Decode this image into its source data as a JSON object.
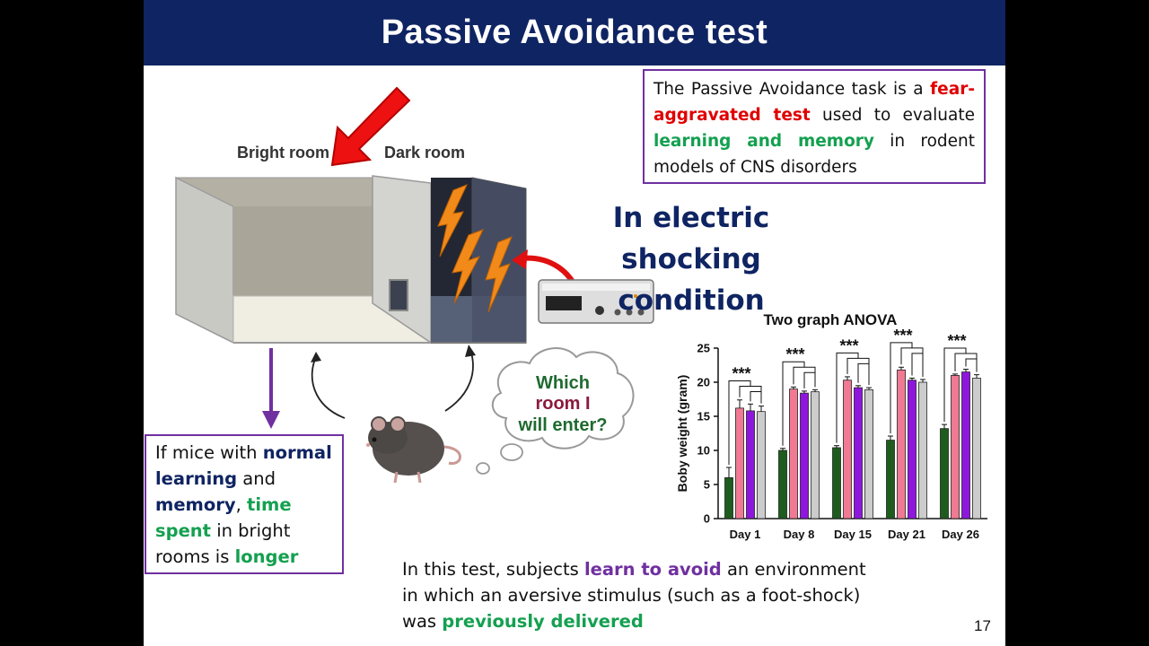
{
  "slide": {
    "title": "Passive Avoidance test",
    "page_number": "17"
  },
  "definition": {
    "t1": "The Passive Avoidance task is a ",
    "t2": "fear-aggravated test",
    "t3": " used to evaluate ",
    "t4": "learning and memory",
    "t5": " in rodent models of CNS disorders"
  },
  "diagram": {
    "bright_room_label": "Bright room",
    "dark_room_label": "Dark room",
    "thought_line1": "Which",
    "thought_line2": "room I",
    "thought_line3": "will enter?"
  },
  "shock": {
    "line1": "In electric shocking",
    "line2": "condition"
  },
  "left_note": {
    "t1": "If mice with ",
    "t2": "normal learning",
    "t3": " and ",
    "t4": "memory",
    "t5": ", ",
    "t6": "time spent",
    "t7": " in bright rooms is ",
    "t8": "longer"
  },
  "bottom_note": {
    "t1": "In this test, subjects ",
    "t2": "learn to avoid",
    "t3": " an environment in which an aversive stimulus (such as a foot-shock) was ",
    "t4": "previously delivered"
  },
  "colors": {
    "title_bg": "#0f2462",
    "accent_purple": "#7030a0",
    "highlight_red": "#e00000",
    "highlight_green": "#14a050"
  },
  "chart_data": {
    "type": "bar",
    "title": "Two graph ANOVA",
    "ylabel": "Boby weight  (gram)",
    "xlabel": "",
    "ylim": [
      0,
      25
    ],
    "yticks": [
      "0",
      "5",
      "10",
      "15",
      "20",
      "25"
    ],
    "categories": [
      "Day 1",
      "Day 8",
      "Day 15",
      "Day 21",
      "Day 26"
    ],
    "significance": [
      "***",
      "***",
      "***",
      "***",
      "***"
    ],
    "series": [
      {
        "color": "#1e5c1e",
        "values": [
          6.0,
          10.0,
          10.4,
          11.5,
          13.2
        ],
        "errors": [
          1.5,
          0.3,
          0.3,
          0.6,
          0.6
        ]
      },
      {
        "color": "#f07a93",
        "values": [
          16.2,
          19.0,
          20.3,
          21.8,
          21.0
        ],
        "errors": [
          1.2,
          0.3,
          0.5,
          0.4,
          0.2
        ]
      },
      {
        "color": "#8f17dd",
        "values": [
          15.8,
          18.4,
          19.2,
          20.3,
          21.5
        ],
        "errors": [
          1.0,
          0.3,
          0.3,
          0.3,
          0.4
        ]
      },
      {
        "color": "#cccccc",
        "values": [
          15.7,
          18.6,
          18.9,
          20.0,
          20.6
        ],
        "errors": [
          0.8,
          0.3,
          0.3,
          0.4,
          0.5
        ]
      }
    ]
  }
}
